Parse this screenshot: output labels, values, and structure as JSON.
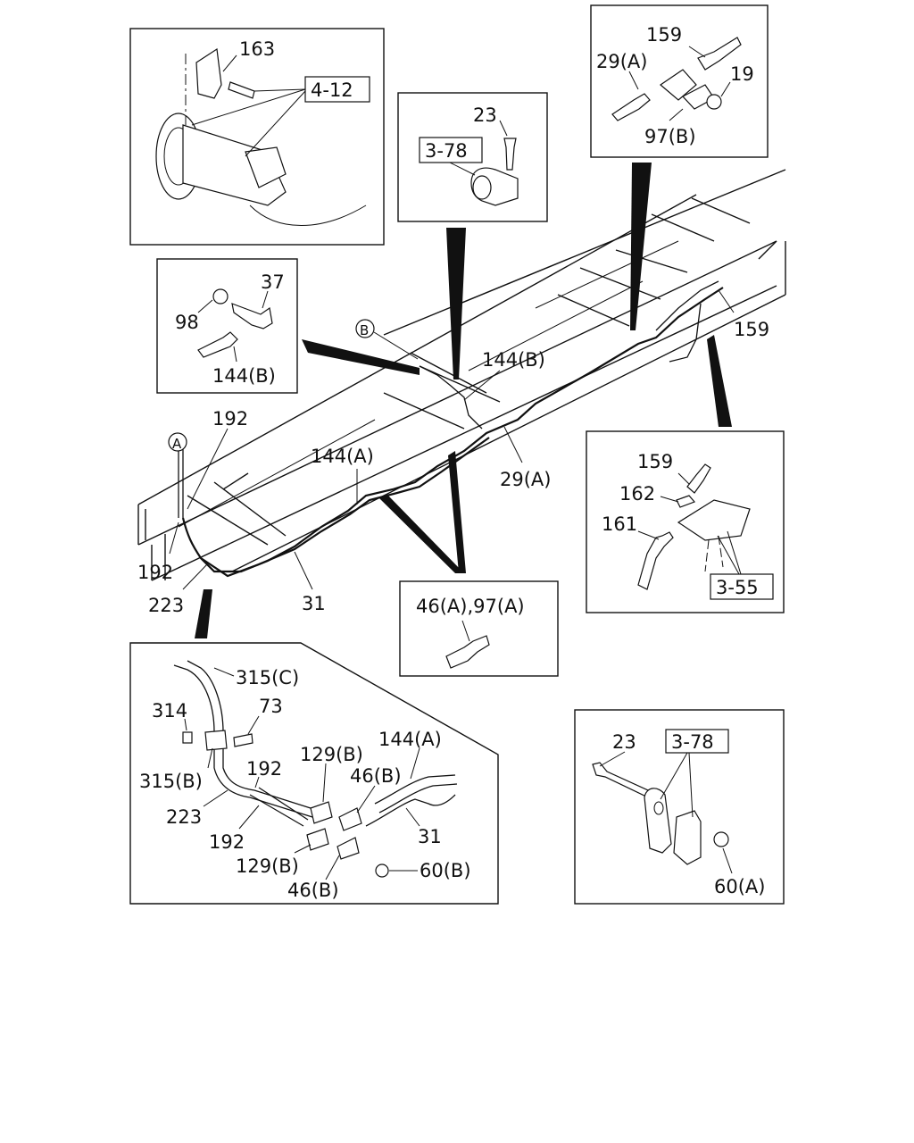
{
  "labels": {
    "l163": "163",
    "r412": "4-12",
    "l23a": "23",
    "r378a": "3-78",
    "l159a": "159",
    "l29a_top": "29(A)",
    "l19": "19",
    "l97b": "97(B)",
    "l37": "37",
    "l98": "98",
    "l144b_box": "144(B)",
    "cB": "B",
    "l144b_main": "144(B)",
    "l159_main": "159",
    "l192_top": "192",
    "l144a_main": "144(A)",
    "l29a_main": "29(A)",
    "cA": "A",
    "l192_left": "192",
    "l223_main": "223",
    "l31_main": "31",
    "l159b": "159",
    "l162": "162",
    "l161": "161",
    "r355": "3-55",
    "l46a97a": "46(A),97(A)",
    "l315c": "315(C)",
    "l314": "314",
    "l73": "73",
    "l315b": "315(B)",
    "l192_d1": "192",
    "l129b_1": "129(B)",
    "l144a_d": "144(A)",
    "l46b_1": "46(B)",
    "l223_d": "223",
    "l31_d": "31",
    "l192_d2": "192",
    "l129b_2": "129(B)",
    "l60b": "60(B)",
    "l46b_2": "46(B)",
    "l23b": "23",
    "r378b": "3-78",
    "l60a": "60(A)"
  }
}
